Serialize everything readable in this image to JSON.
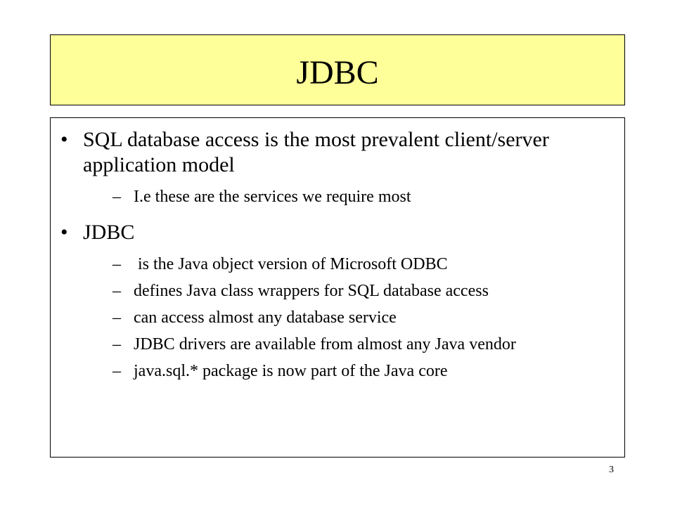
{
  "slide": {
    "title": "JDBC",
    "bullet_mark": "•",
    "sub_mark": "–",
    "bullets": [
      {
        "text": "SQL database access is the most prevalent client/server application  model",
        "subs": [
          "I.e these are the services we require most"
        ]
      },
      {
        "text": "JDBC",
        "subs": [
          " is the Java object version of Microsoft ODBC",
          "defines Java class wrappers for SQL database access",
          "can access almost any database service",
          "JDBC drivers are available from almost any Java vendor",
          "java.sql.* package is now part of the Java core"
        ]
      }
    ],
    "page_number": "3"
  },
  "colors": {
    "title_background": "#ffff99",
    "border": "#000000"
  }
}
